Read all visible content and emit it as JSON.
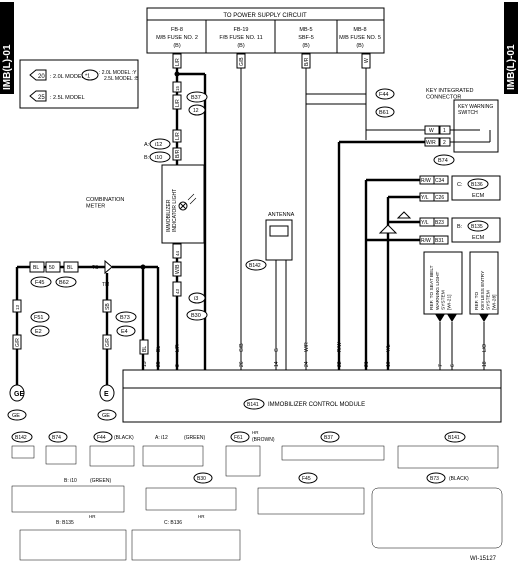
{
  "side_tabs": [
    "IMB(L)-01",
    "IMB(L)-01"
  ],
  "legend": {
    "model_20": "20",
    "model_20_text": ": 2.0L MODEL",
    "star1": "*1",
    "star1_text_a": ": 2.0L MODEL :Y",
    "star1_text_b": "2.5L MODEL :B",
    "model_25": "25",
    "model_25_text": ": 2.5L MODEL"
  },
  "power": {
    "title": "TO POWER SUPPLY CIRCUIT",
    "fuses": [
      {
        "id": "FB-8",
        "desc": "M/B FUSE NO. 2",
        "pin": "(B)"
      },
      {
        "id": "FB-19",
        "desc": "F/B FUSE NO. 11",
        "pin": "(B)"
      },
      {
        "id": "MB-5",
        "desc": "SBF-5",
        "pin": "(B)"
      },
      {
        "id": "MB-8",
        "desc": "M/B FUSE NO. 5",
        "pin": "(B)"
      }
    ]
  },
  "labels": {
    "combination_meter": "COMBINATION\nMETER",
    "indicator": "IMMOBILIZER\nINDICATOR LIGHT",
    "antenna": "ANTENNA",
    "key_connector": "KEY INTEGRATED\nCONNECTOR",
    "key_warning": "KEY WARNING\nSWITCH",
    "module": "IMMOBILIZER CONTROL MODULE",
    "ecm_c": "ECM",
    "ecm_b": "ECM",
    "ref_seatbelt": "REF. TO SEAT BELT\nWARNING LIGHT\nSYSTEM\n[WI-21]",
    "ref_keyless": "REF. TO\nKEYLESS ENTRY\nSYSTEM\n[WI-28]",
    "wi_code": "WI-15127",
    "a_ref": "A:",
    "b_ref": "B:",
    "c_ref": "C:",
    "ge": "GE"
  },
  "connectors": {
    "i12": "i12",
    "i10": "i10",
    "B37": "B37",
    "B62": "B62",
    "F45": "F45",
    "F51": "F51",
    "E2": "E2",
    "B73": "B73",
    "E4": "E4",
    "i3": "i3",
    "B30": "B30",
    "B142": "B142",
    "F44": "F44",
    "B61": "B61",
    "B74": "B74",
    "B136": "B136",
    "B135": "B135",
    "B141": "B141",
    "F61": "F61",
    "TS": "TS",
    "TM": "TM"
  },
  "wire_colors": {
    "lr": "L/R",
    "gb": "G/B",
    "br": "B/R",
    "w": "W",
    "wb": "W/B",
    "bl": "BL",
    "ly": "L/Y",
    "g": "G",
    "gw": "G/W",
    "wr": "W/R",
    "rw": "R/W",
    "yl": "Y/L",
    "sb": "SB",
    "gr": "G/R",
    "bw": "B/W",
    "lo": "L/O",
    "b": "B",
    "o": "O"
  },
  "pin_numbers": {
    "p12": "12",
    "p11": "11",
    "p15": "15",
    "p25": "25",
    "p3": "3",
    "p26": "26",
    "p14": "14",
    "p24": "24",
    "p22": "22",
    "p21": "21",
    "p10": "10",
    "p7": "7",
    "p6": "6",
    "p16": "16",
    "p18": "18",
    "p44": "44",
    "p43": "43",
    "p50": "50",
    "p1": "1",
    "p2": "2",
    "p13": "13"
  },
  "pinout": {
    "B142": {
      "name": "B142"
    },
    "B74": {
      "name": "B74"
    },
    "F44": {
      "name": "F44",
      "color": "(BLACK)"
    },
    "i12": {
      "name": "A: i12",
      "color": "(GREEN)"
    },
    "F61": {
      "name": "F61",
      "hr": "HR",
      "color": "(BROWN)"
    },
    "B37": {
      "name": "B37"
    },
    "B141": {
      "name": "B141"
    },
    "i10": {
      "name": "B: i10",
      "color": "(GREEN)"
    },
    "B30": {
      "name": "B30"
    },
    "F45": {
      "name": "F45"
    },
    "B73": {
      "name": "B73",
      "color": "(BLACK)"
    },
    "B135": {
      "name": "B: B135",
      "hr": "HR"
    },
    "B136": {
      "name": "C: B136",
      "hr": "HR"
    }
  },
  "palette": {
    "ink": "#000000",
    "tab_bg": "#000000",
    "tab_text": "#ffffff",
    "grey": "#bbbbbb"
  }
}
